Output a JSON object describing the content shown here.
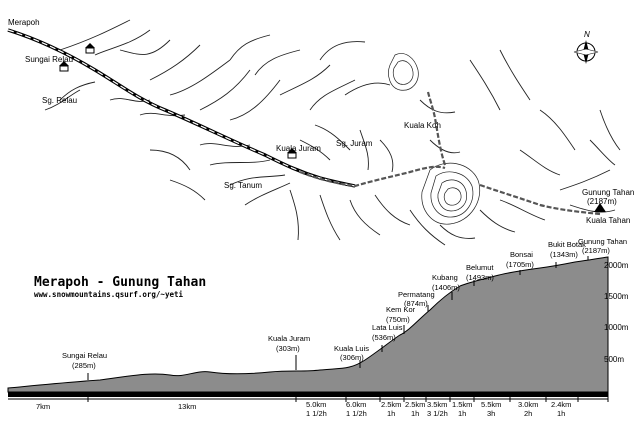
{
  "map": {
    "places": {
      "merapoh": "Merapoh",
      "sungai_relau": "Sungai Relau",
      "sg_relau": "Sg. Relau",
      "kuala_juram": "Kuala Juram",
      "sg_juram": "Sg. Juram",
      "sg_tanum": "Sg. Tanum",
      "kuala_koh": "Kuala Koh",
      "gunung_tahan_peak": "Gunung Tahan",
      "gunung_tahan_alt": "(2187m)",
      "kuala_tahan": "Kuala Tahan"
    },
    "compass": "N"
  },
  "profile": {
    "title": "Merapoh - Gunung Tahan",
    "url": "www.snowmountains.qsurf.org/~yeti",
    "altitude_labels": [
      "2000m",
      "1500m",
      "1000m",
      "500m"
    ],
    "waypoints": [
      {
        "name": "Sungai Relau",
        "alt": "(285m)"
      },
      {
        "name": "Kuala Juram",
        "alt": "(303m)"
      },
      {
        "name": "Kuala Luis",
        "alt": "(306m)"
      },
      {
        "name": "Lata Luis",
        "alt": "(536m)"
      },
      {
        "name": "Kem Kor",
        "alt": "(750m)"
      },
      {
        "name": "Permatang",
        "alt": "(874m)"
      },
      {
        "name": "Kubang",
        "alt": "(1406m)"
      },
      {
        "name": "Belumut",
        "alt": "(1493m)"
      },
      {
        "name": "Bonsai",
        "alt": "(1705m)"
      },
      {
        "name": "Bukit Botak",
        "alt": "(1343m)"
      },
      {
        "name": "Gunung Tahan",
        "alt": "(2187m)"
      }
    ],
    "segments": [
      {
        "km": "7km",
        "time": ""
      },
      {
        "km": "13km",
        "time": ""
      },
      {
        "km": "5.0km",
        "time": "1 1/2h"
      },
      {
        "km": "6.0km",
        "time": "1 1/2h"
      },
      {
        "km": "2.5km",
        "time": "1h"
      },
      {
        "km": "2.5km",
        "time": "1h"
      },
      {
        "km": "3.5km",
        "time": "3 1/2h"
      },
      {
        "km": "1.5km",
        "time": "1h"
      },
      {
        "km": "5.5km",
        "time": "3h"
      },
      {
        "km": "3.0km",
        "time": "2h"
      },
      {
        "km": "2.4km",
        "time": "1h"
      }
    ]
  }
}
